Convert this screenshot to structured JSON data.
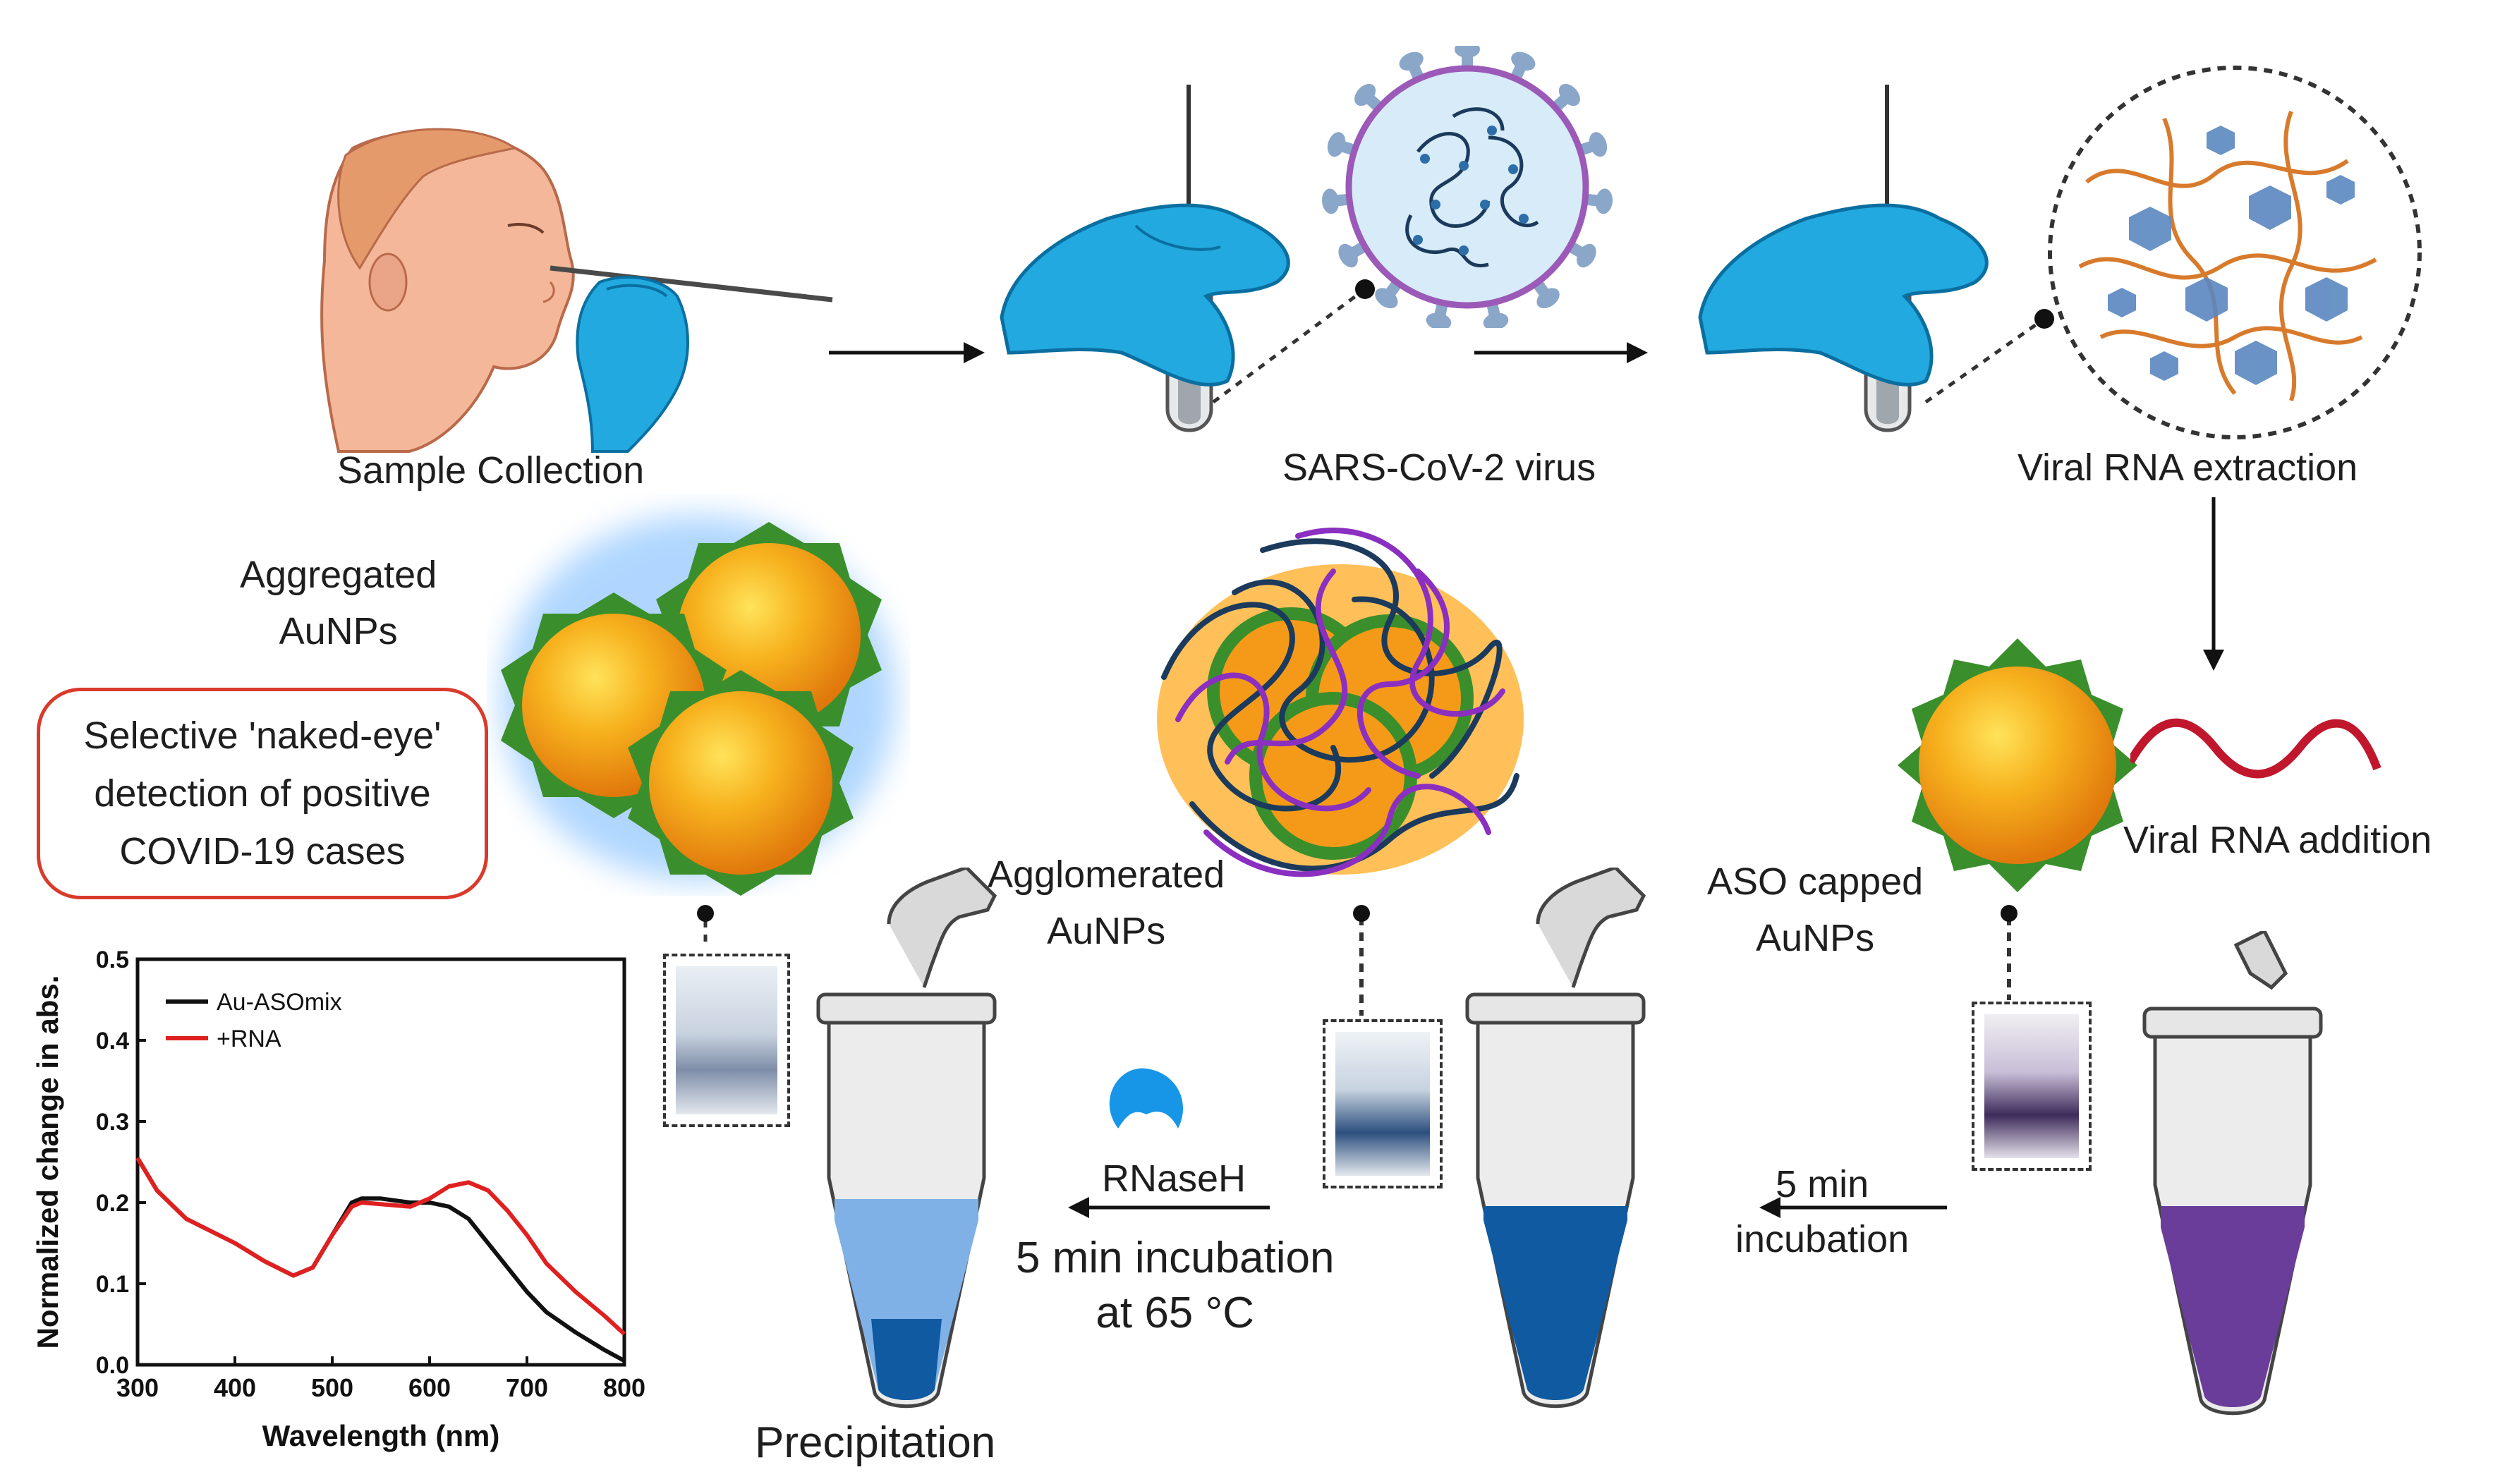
{
  "labels": {
    "sample_collection": "Sample Collection",
    "sars_virus": "SARS-CoV-2 virus",
    "rna_extraction": "Viral RNA extraction",
    "aggregated": [
      "Aggregated",
      "AuNPs"
    ],
    "agglomerated": [
      "Agglomerated",
      "AuNPs"
    ],
    "aso_capped": [
      "ASO capped",
      "AuNPs"
    ],
    "viral_rna_addition": "Viral RNA addition",
    "rnaseh": "RNaseH",
    "incubation_65": [
      "5 min incubation",
      "at 65 °C"
    ],
    "incubation_5": [
      "5 min",
      "incubation"
    ],
    "precipitation": "Precipitation"
  },
  "callout": [
    "Selective 'naked-eye'",
    "detection of positive",
    "COVID-19 cases"
  ],
  "colors": {
    "gold": "#f5a21a",
    "gold_light": "#ffd84a",
    "green_shell": "#3a8f2c",
    "glove": "#22a9e0",
    "purple_liquid": "#6a3d9a",
    "blue_liquid": "#0f5aa0",
    "light_blue_liquid": "#7fb0e6",
    "rna_red": "#c0172c",
    "virus_purple": "#9b5ab8",
    "rna_dark": "#1b3a5c"
  },
  "chart_data": {
    "type": "line",
    "xlabel": "Wavelength (nm)",
    "ylabel": "Normalized change in abs.",
    "xlim": [
      300,
      800
    ],
    "ylim": [
      0.0,
      0.5
    ],
    "x_ticks": [
      "300",
      "400",
      "500",
      "600",
      "700",
      "800"
    ],
    "y_ticks": [
      "0.0",
      "0.1",
      "0.2",
      "0.3",
      "0.4",
      "0.5"
    ],
    "legend": "top-left",
    "series": [
      {
        "name": "Au-ASOmix",
        "color": "#111111",
        "x": [
          300,
          320,
          350,
          400,
          430,
          460,
          480,
          500,
          520,
          530,
          550,
          580,
          600,
          620,
          640,
          660,
          680,
          700,
          720,
          750,
          780,
          800
        ],
        "y": [
          0.255,
          0.215,
          0.18,
          0.15,
          0.128,
          0.11,
          0.12,
          0.16,
          0.2,
          0.205,
          0.205,
          0.2,
          0.2,
          0.195,
          0.18,
          0.15,
          0.12,
          0.09,
          0.065,
          0.04,
          0.018,
          0.005
        ]
      },
      {
        "name": "+RNA",
        "color": "#e02020",
        "x": [
          300,
          320,
          350,
          400,
          430,
          460,
          480,
          500,
          520,
          530,
          550,
          580,
          600,
          620,
          640,
          660,
          680,
          700,
          720,
          750,
          780,
          800
        ],
        "y": [
          0.255,
          0.215,
          0.18,
          0.15,
          0.128,
          0.11,
          0.12,
          0.16,
          0.195,
          0.2,
          0.198,
          0.195,
          0.205,
          0.22,
          0.225,
          0.215,
          0.19,
          0.16,
          0.125,
          0.09,
          0.06,
          0.038
        ]
      }
    ]
  }
}
